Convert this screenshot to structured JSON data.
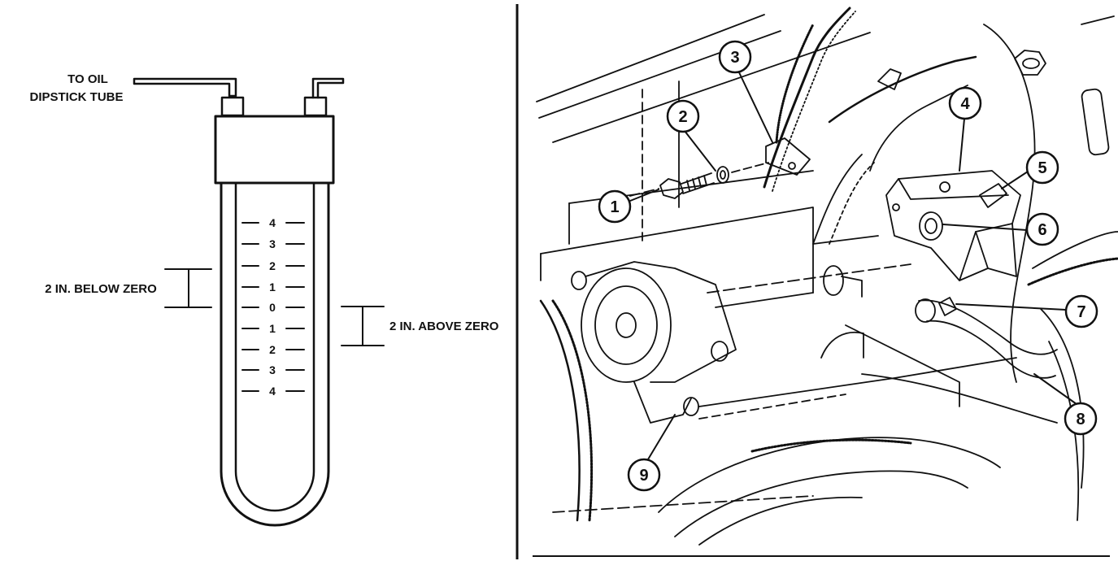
{
  "gauge": {
    "connector_label_line1": "TO OIL",
    "connector_label_line2": "DIPSTICK TUBE",
    "scale_upper": [
      "4",
      "3",
      "2",
      "1"
    ],
    "scale_zero": "0",
    "scale_lower": [
      "1",
      "2",
      "3",
      "4"
    ],
    "below_zero_label": "2 IN. BELOW ZERO",
    "above_zero_label": "2 IN. ABOVE ZERO"
  },
  "assembly": {
    "callouts": [
      "1",
      "2",
      "3",
      "4",
      "5",
      "6",
      "7",
      "8",
      "9"
    ]
  }
}
